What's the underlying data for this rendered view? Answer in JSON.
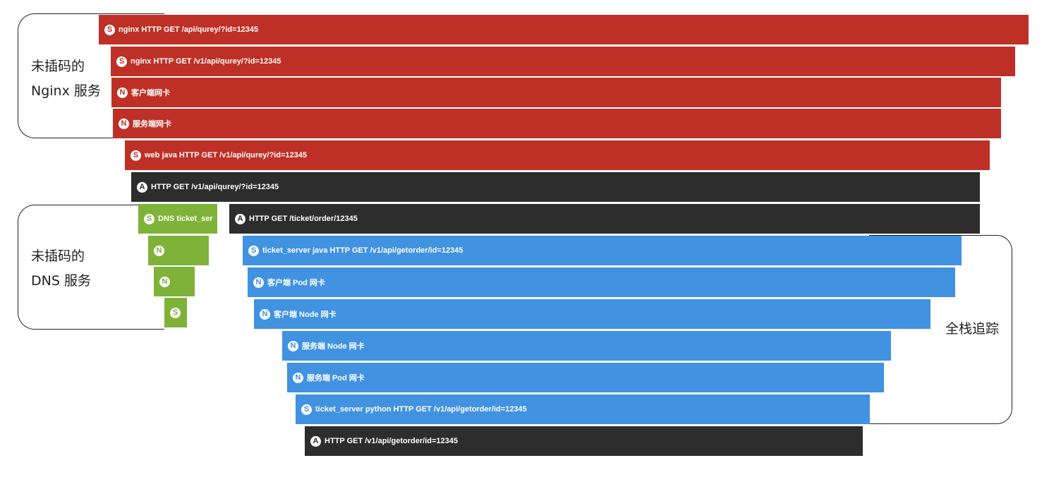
{
  "colors": {
    "uninstrumented": "#be3026",
    "app": "#2d2d2d",
    "dns": "#7fb239",
    "fullstack": "#4192e1"
  },
  "annotations": {
    "nginx_line1": "未插码的",
    "nginx_line2": "Nginx 服务",
    "dns_line1": "未插码的",
    "dns_line2": "DNS 服务",
    "fullstack": "全栈追踪"
  },
  "spans": [
    {
      "icon": "S",
      "label": "nginx  HTTP GET /api/qurey/?id=12345",
      "color": "uninstrumented"
    },
    {
      "icon": "S",
      "label": "nginx HTTP GET /v1/api/qurey/?id=12345",
      "color": "uninstrumented"
    },
    {
      "icon": "N",
      "label": "客户端网卡",
      "color": "uninstrumented"
    },
    {
      "icon": "N",
      "label": "服务端网卡",
      "color": "uninstrumented"
    },
    {
      "icon": "S",
      "label": "web java HTTP GET /v1/api/qurey/?id=12345",
      "color": "uninstrumented"
    },
    {
      "icon": "A",
      "label": "HTTP GET /v1/api/qurey/?id=12345",
      "color": "app"
    },
    {
      "icon": "S",
      "label": "DNS ticket_ser",
      "color": "dns"
    },
    {
      "icon": "A",
      "label": "HTTP GET /ticket/order/12345",
      "color": "app"
    },
    {
      "icon": "N",
      "label": "",
      "color": "dns"
    },
    {
      "icon": "S",
      "label": "ticket_server   java HTTP GET /v1/api/getorder/id=12345",
      "color": "fullstack"
    },
    {
      "icon": "N",
      "label": "",
      "color": "dns"
    },
    {
      "icon": "N",
      "label": "客户端 Pod 网卡",
      "color": "fullstack"
    },
    {
      "icon": "S",
      "label": "",
      "color": "dns"
    },
    {
      "icon": "N",
      "label": "客户端 Node 网卡",
      "color": "fullstack"
    },
    {
      "icon": "N",
      "label": "服务端 Node 网卡",
      "color": "fullstack"
    },
    {
      "icon": "N",
      "label": "服务端 Pod 网卡",
      "color": "fullstack"
    },
    {
      "icon": "S",
      "label": "ticket_server  python HTTP GET  /v1/api/getorder/id=12345",
      "color": "fullstack"
    },
    {
      "icon": "A",
      "label": "HTTP GET  /v1/api/getorder/id=12345",
      "color": "app"
    }
  ]
}
